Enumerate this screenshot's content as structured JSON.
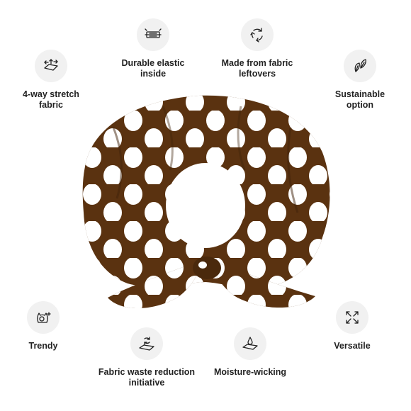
{
  "colors": {
    "fabric": "#5a3210",
    "fabric_dark": "#3f220a",
    "dots": "#ffffff",
    "icon_bg": "#f1f1f1",
    "text": "#222222"
  },
  "features": [
    {
      "id": "durable-elastic",
      "icon": "elastic-band-icon",
      "label": "Durable elastic\ninside"
    },
    {
      "id": "fabric-leftovers",
      "icon": "recycle-icon",
      "label": "Made from fabric\nleftovers"
    },
    {
      "id": "stretch",
      "icon": "four-way-stretch-icon",
      "label": "4-way stretch\nfabric"
    },
    {
      "id": "sustainable",
      "icon": "leaf-icon",
      "label": "Sustainable\noption"
    },
    {
      "id": "trendy",
      "icon": "cat-sparkle-icon",
      "label": "Trendy"
    },
    {
      "id": "versatile",
      "icon": "expand-arrows-icon",
      "label": "Versatile"
    },
    {
      "id": "waste-reduction",
      "icon": "fabric-recycle-icon",
      "label": "Fabric waste reduction\ninitiative"
    },
    {
      "id": "moisture",
      "icon": "droplet-fabric-icon",
      "label": "Moisture-wicking"
    }
  ]
}
